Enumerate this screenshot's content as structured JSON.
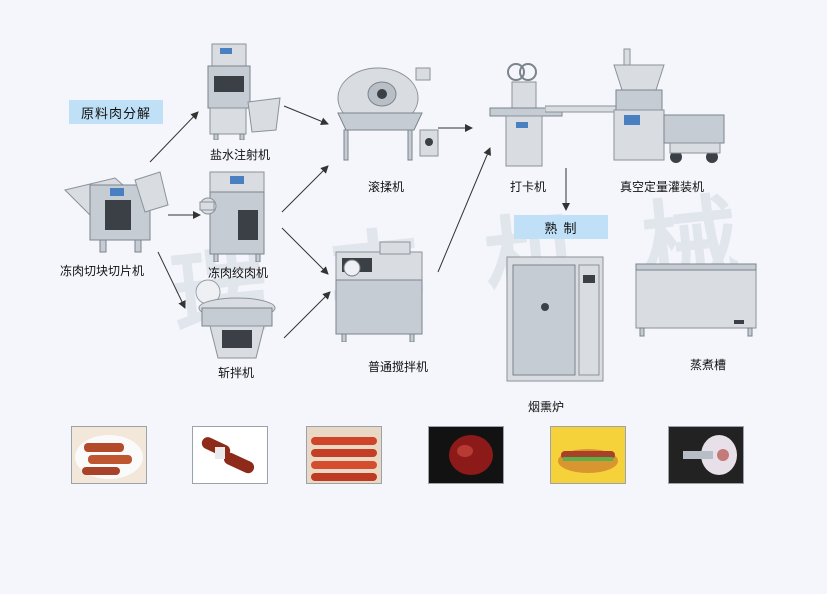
{
  "banners": {
    "raw_meat": "原料肉分解",
    "cooking": "熟 制"
  },
  "machines": {
    "frozen_slicer": "冻肉切块切片机",
    "brine_injector": "盐水注射机",
    "grinder": "冻肉绞肉机",
    "chopper": "斩拌机",
    "tumbler": "滚揉机",
    "mixer": "普通搅拌机",
    "clipper": "打卡机",
    "vacuum_filler": "真空定量灌装机",
    "smokehouse": "烟熏炉",
    "cooking_tank": "蒸煮槽"
  },
  "watermark": "瑞 丰 机 械",
  "colors": {
    "background": "#f4f6fb",
    "banner": "#bfe0f7",
    "steel": "#d9dde2",
    "arrow": "#333333"
  },
  "products": [
    {
      "name": "sausage-plate-image"
    },
    {
      "name": "wrapped-ham-sausage-image"
    },
    {
      "name": "sausage-bundle-image"
    },
    {
      "name": "red-sausage-image"
    },
    {
      "name": "hot-dog-image"
    },
    {
      "name": "casing-sausage-image"
    }
  ]
}
